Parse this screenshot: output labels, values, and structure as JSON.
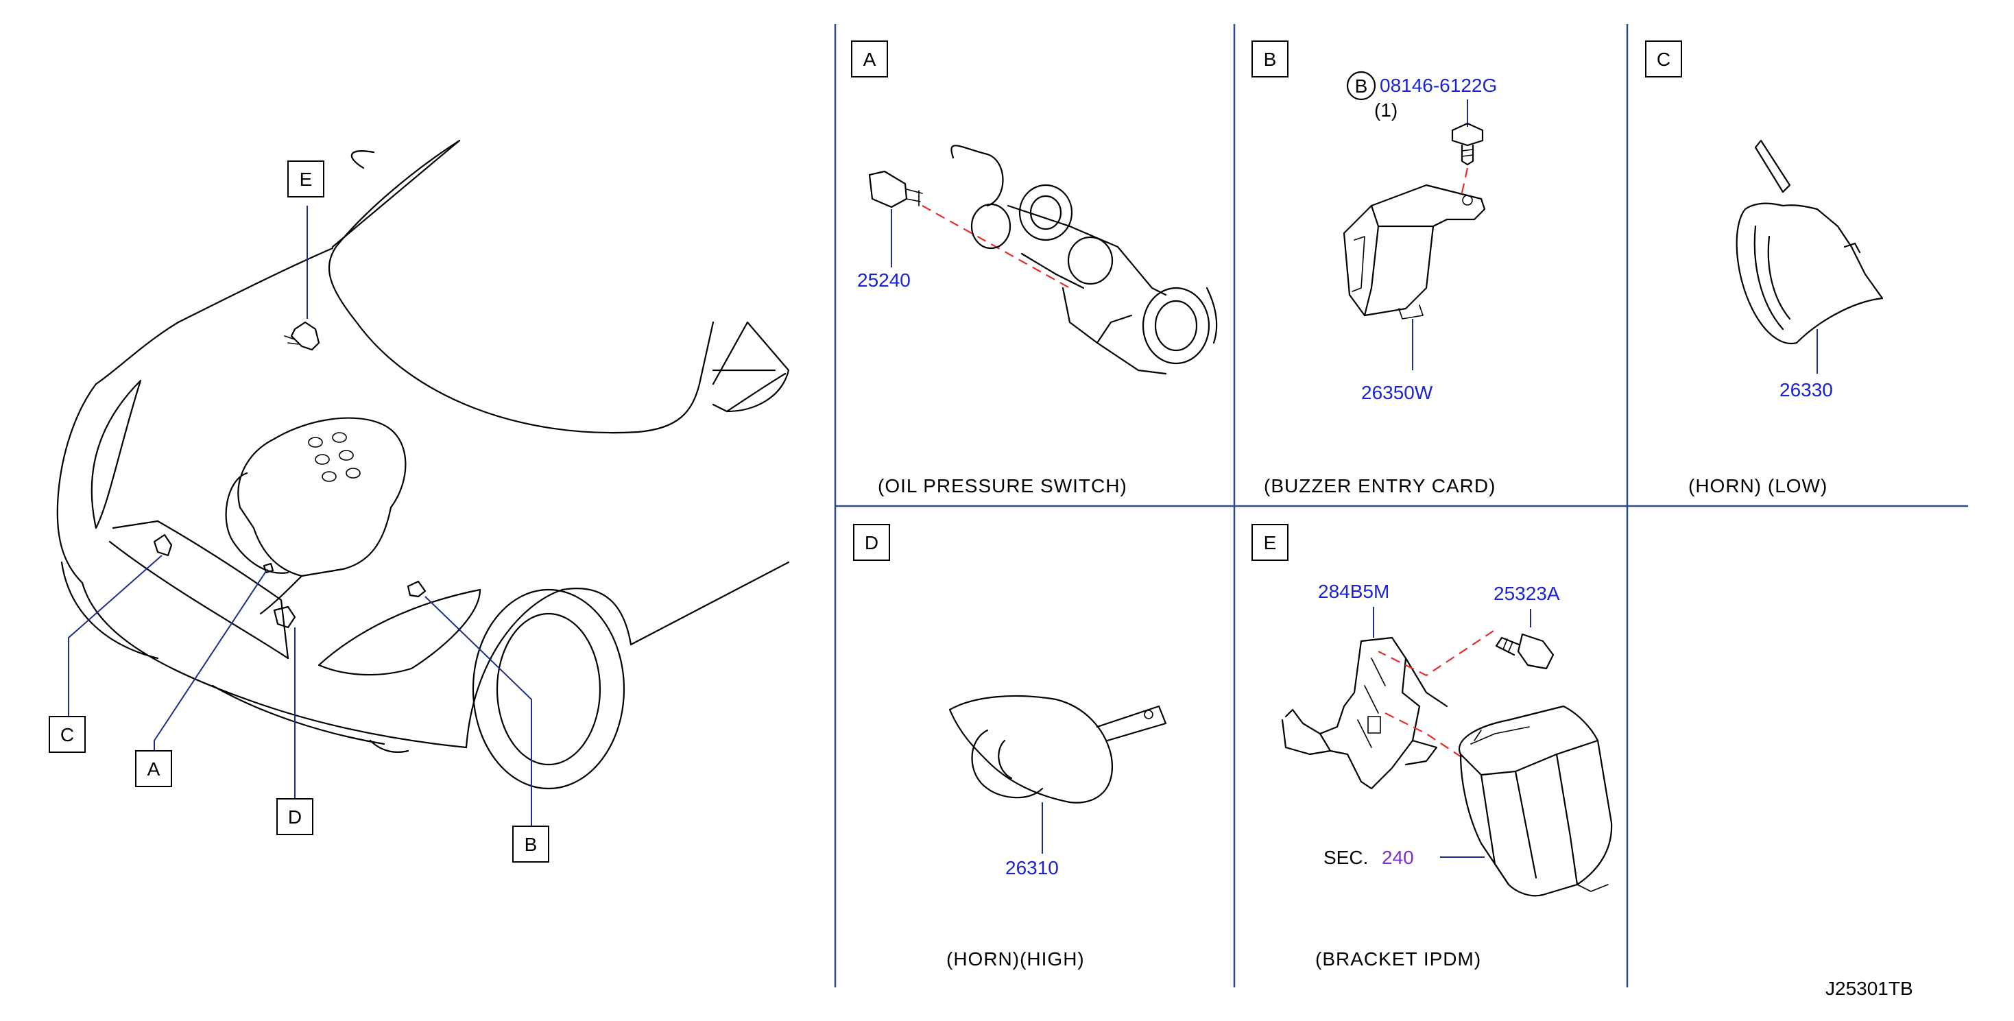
{
  "callouts": {
    "A": "A",
    "B": "B",
    "C": "C",
    "D": "D",
    "E": "E"
  },
  "panels": {
    "A": {
      "caption": "(OIL   PRESSURE   SWITCH)",
      "part": "25240"
    },
    "B": {
      "caption": "(BUZZER   ENTRY   CARD)",
      "part": "26350W",
      "bolt_mark": "B",
      "bolt_part": "08146-6122G",
      "bolt_qty": "(1)"
    },
    "C": {
      "caption": "(HORN)    (LOW)",
      "part": "26330"
    },
    "D": {
      "caption": "(HORN)(HIGH)",
      "part": "26310"
    },
    "E": {
      "caption": "(BRACKET   IPDM)",
      "part_bracket": "284B5M",
      "part_bolt": "25323A",
      "sec_label": "SEC.",
      "sec_num": "240"
    }
  },
  "diagram_id": "J25301TB",
  "colors": {
    "part_number": "#1a22d8",
    "leader": "#1c2e8a",
    "dashed_guide": "#e52b2b",
    "section_ref": "#7a2fd0",
    "divider": "#2c4a8f"
  }
}
